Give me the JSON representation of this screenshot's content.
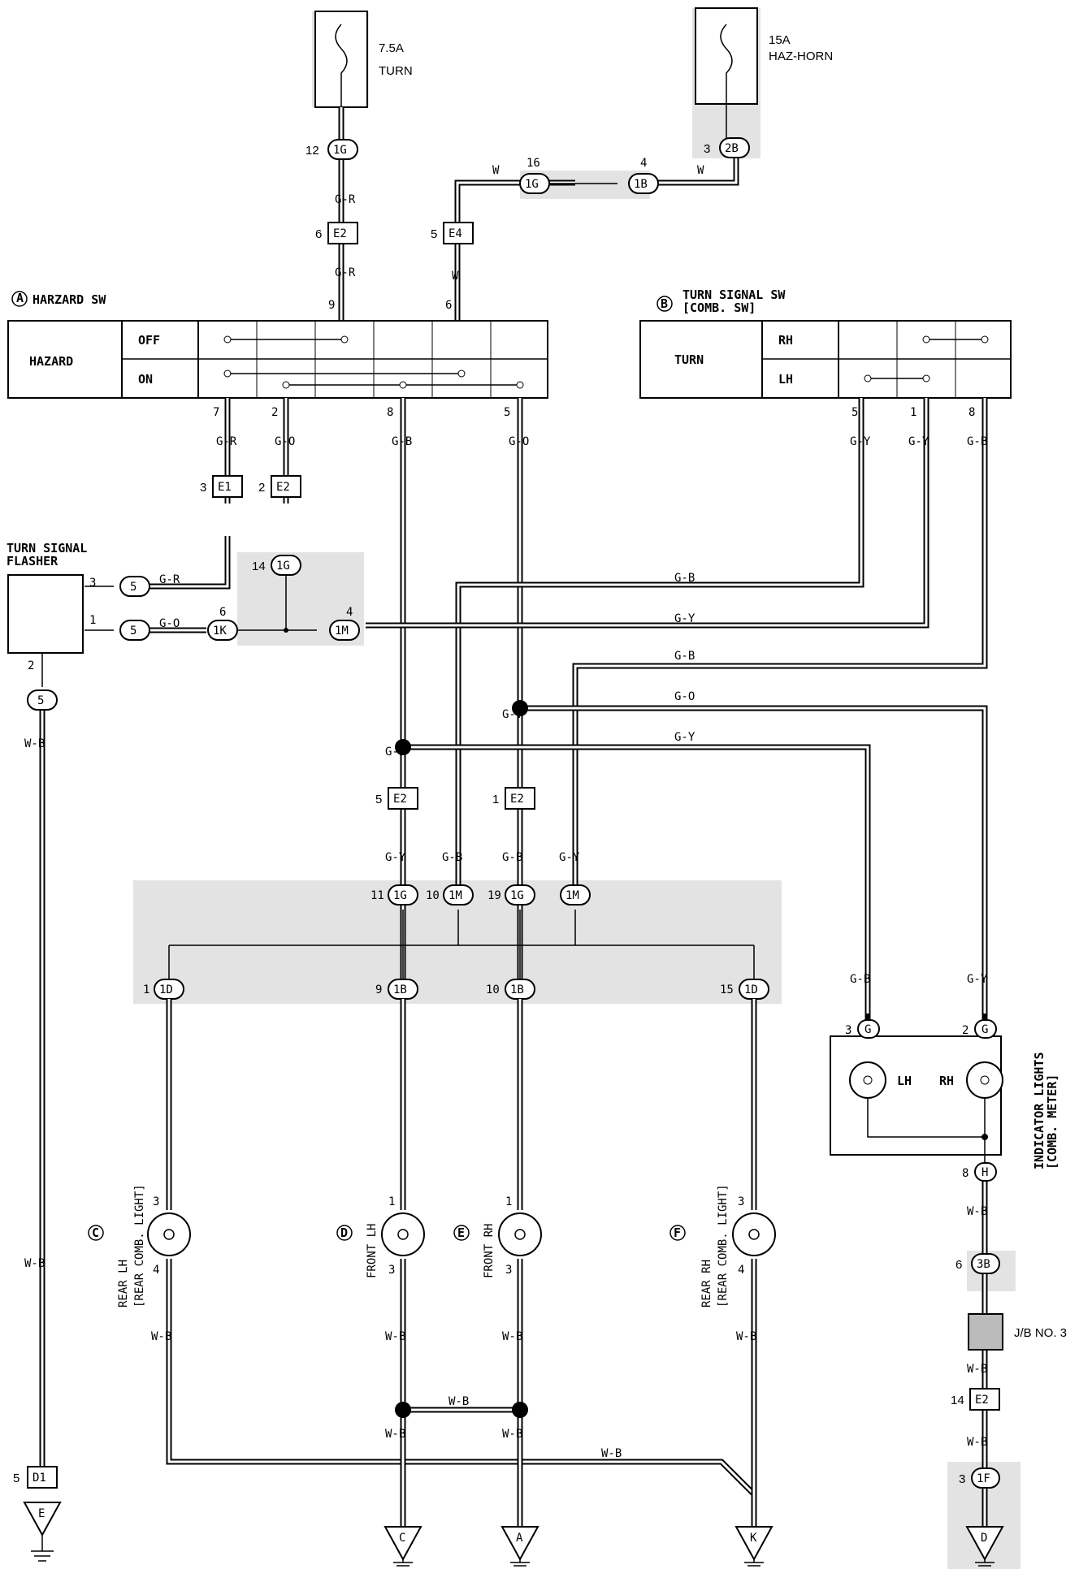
{
  "fuses": [
    {
      "rating": "7.5A",
      "name": "TURN"
    },
    {
      "rating": "15A",
      "name": "HAZ-HORN"
    }
  ],
  "hazard_sw": {
    "letter": "A",
    "title": "HARZARD SW",
    "row_label": "HAZARD",
    "positions": [
      "OFF",
      "ON"
    ],
    "pins": [
      "9",
      "6",
      "7",
      "2",
      "8",
      "5"
    ]
  },
  "turn_sw": {
    "letter": "B",
    "title": "TURN SIGNAL SW",
    "subtitle": "[COMB. SW]",
    "row_label": "TURN",
    "positions": [
      "RH",
      "LH"
    ],
    "pins": [
      "5",
      "1",
      "8"
    ]
  },
  "flasher": {
    "title_line1": "TURN SIGNAL",
    "title_line2": "FLASHER",
    "pins": [
      "3",
      "1",
      "2"
    ]
  },
  "connectors": [
    {
      "id": "1G",
      "pin": "12"
    },
    {
      "id": "2B",
      "pin": "3"
    },
    {
      "id": "1G",
      "pin": "16"
    },
    {
      "id": "1B",
      "pin": "4"
    },
    {
      "id": "E2",
      "pin": "6"
    },
    {
      "id": "E4",
      "pin": "5"
    },
    {
      "id": "E1",
      "pin": "3"
    },
    {
      "id": "E2",
      "pin": "2"
    },
    {
      "id": "1G",
      "pin": "14"
    },
    {
      "id": "5",
      "pin": ""
    },
    {
      "id": "5",
      "pin": ""
    },
    {
      "id": "1K",
      "pin": "6"
    },
    {
      "id": "1M",
      "pin": "4"
    },
    {
      "id": "5",
      "pin": ""
    },
    {
      "id": "E2",
      "pin": "5"
    },
    {
      "id": "E2",
      "pin": "1"
    },
    {
      "id": "1G",
      "pin": "11"
    },
    {
      "id": "1M",
      "pin": "10"
    },
    {
      "id": "1G",
      "pin": "19"
    },
    {
      "id": "1M",
      "pin": ""
    },
    {
      "id": "1D",
      "pin": "1"
    },
    {
      "id": "1B",
      "pin": "9"
    },
    {
      "id": "1B",
      "pin": "10"
    },
    {
      "id": "1D",
      "pin": "15"
    },
    {
      "id": "G",
      "pin": "3"
    },
    {
      "id": "G",
      "pin": "2"
    },
    {
      "id": "H",
      "pin": "8"
    },
    {
      "id": "3B",
      "pin": "6"
    },
    {
      "id": "E2",
      "pin": "14"
    },
    {
      "id": "1F",
      "pin": "3"
    },
    {
      "id": "D1",
      "pin": "5"
    }
  ],
  "wire_colors": [
    "G-R",
    "W",
    "W",
    "G-R",
    "W",
    "G-R",
    "G-O",
    "G-B",
    "G-Y",
    "G-B",
    "G-O",
    "G-Y",
    "G-R",
    "G-O",
    "G-B",
    "G-O",
    "G-Y",
    "G-Y",
    "G-B",
    "G-Y",
    "G-B",
    "G-Y",
    "G-B",
    "G-B",
    "G-Y",
    "G-Y",
    "W-B",
    "G-B",
    "G-B",
    "G-Y",
    "G-Y",
    "G-B",
    "G-Y",
    "W-B",
    "W-B",
    "W-B",
    "W-B",
    "W-B",
    "W-B",
    "W-B",
    "W-B",
    "W-B",
    "W-B",
    "W-B",
    "W-B"
  ],
  "lamps": [
    {
      "letter": "C",
      "name": "REAR LH",
      "sub": "[REAR COMB. LIGHT]",
      "pins": [
        "3",
        "4"
      ]
    },
    {
      "letter": "D",
      "name": "FRONT LH",
      "sub": "",
      "pins": [
        "1",
        "3"
      ]
    },
    {
      "letter": "E",
      "name": "FRONT RH",
      "sub": "",
      "pins": [
        "1",
        "3"
      ]
    },
    {
      "letter": "F",
      "name": "REAR RH",
      "sub": "[REAR COMB. LIGHT]",
      "pins": [
        "3",
        "4"
      ]
    }
  ],
  "indicator": {
    "title": "INDICATOR LIGHTS",
    "sub": "[COMB. METER]",
    "lh": "LH",
    "rh": "RH"
  },
  "jb": "J/B NO. 3",
  "grounds": [
    "E",
    "C",
    "A",
    "K",
    "D"
  ]
}
